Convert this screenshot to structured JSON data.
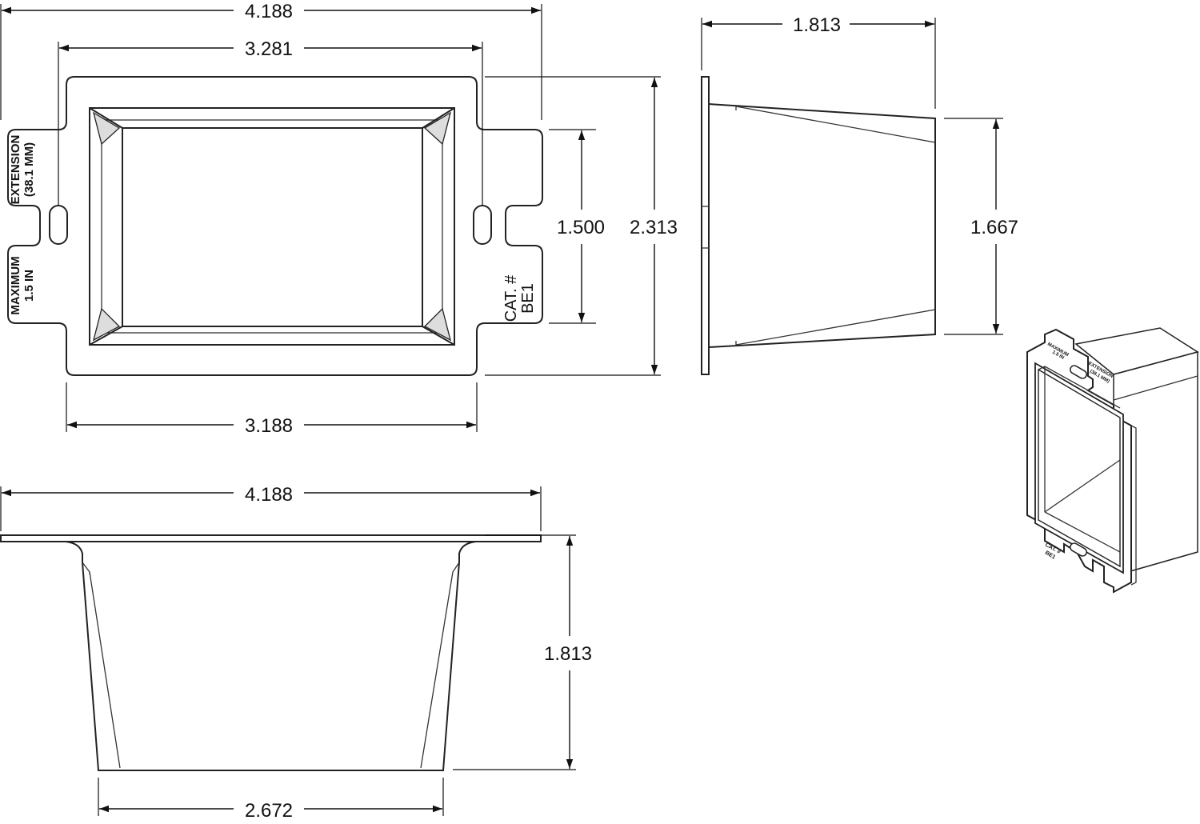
{
  "dimensions": {
    "front_overall_width": "4.188",
    "front_slot_spacing": "3.281",
    "front_base_width": "3.188",
    "front_opening_height": "1.500",
    "front_overall_height": "2.313",
    "side_depth": "1.813",
    "side_opening_height": "1.667",
    "bottom_overall_width": "4.188",
    "bottom_depth": "1.813",
    "bottom_base_width": "2.672"
  },
  "plate_text": {
    "extension_line1": "EXTENSION",
    "extension_line2": "(38.1 MM)",
    "maximum_line1": "MAXIMUM",
    "maximum_line2": "1.5 IN",
    "cat_line1": "CAT. #",
    "cat_line2": "BE1"
  },
  "iso_text": {
    "maximum_line1": "MAXIMUM",
    "maximum_line2": "1.5 IN",
    "extension_line1": "EXTENSION",
    "extension_line2": "(38.1 MM)",
    "cat_line1": "CAT. #",
    "cat_line2": "BE1"
  }
}
